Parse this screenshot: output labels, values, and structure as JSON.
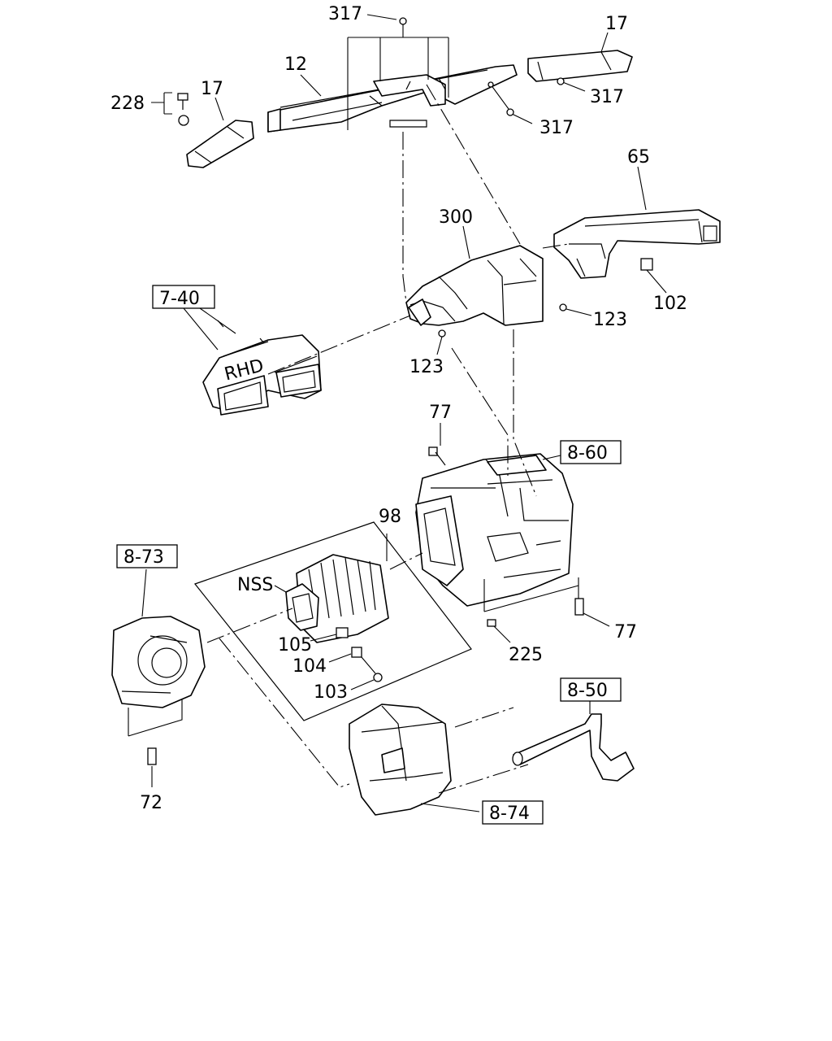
{
  "labels": {
    "p317_top": "317",
    "p17_right": "17",
    "p12": "12",
    "p228": "228",
    "p17_left": "17",
    "p317_right_a": "317",
    "p317_right_b": "317",
    "p65": "65",
    "p300": "300",
    "ref_7_40": "7-40",
    "rhd_text": "RHD",
    "p102": "102",
    "p123_right": "123",
    "p123_center": "123",
    "p77_top": "77",
    "ref_8_60": "8-60",
    "p98": "98",
    "ref_8_73": "8-73",
    "nss": "NSS",
    "p105": "105",
    "p104": "104",
    "p103": "103",
    "p225": "225",
    "p77_right": "77",
    "ref_8_50": "8-50",
    "p72": "72",
    "ref_8_74": "8-74"
  }
}
